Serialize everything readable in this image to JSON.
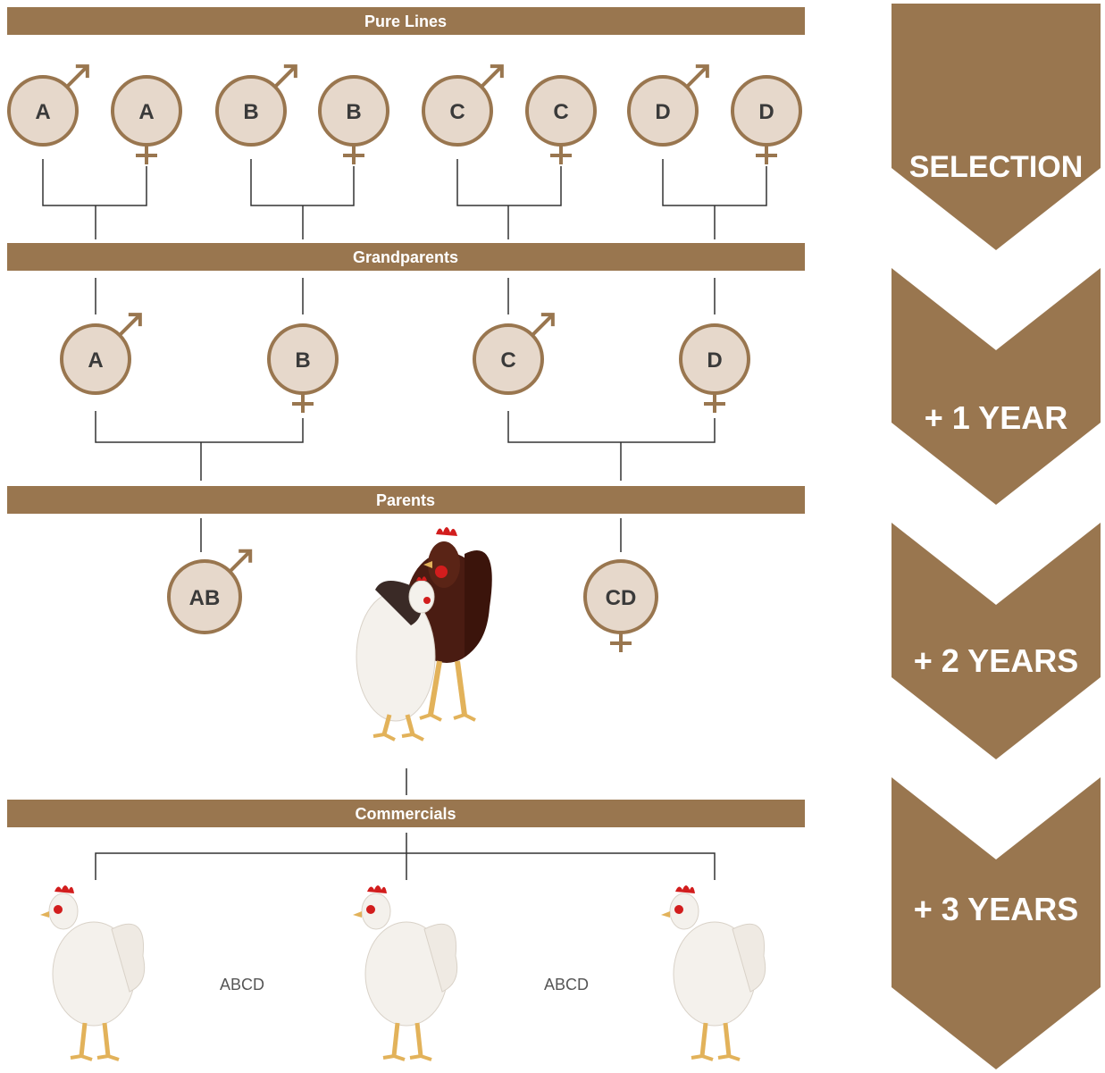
{
  "colors": {
    "brand": "#99764f",
    "node_fill": "#e6d8cb",
    "node_stroke": "#99764f",
    "line": "#333333",
    "white_hen": "#f4f1ec",
    "brown_rooster": "#4a1c12",
    "comb": "#d21d1d",
    "legs": "#e2b25a"
  },
  "bars": {
    "pure_lines": "Pure Lines",
    "grandparents": "Grandparents",
    "parents": "Parents",
    "commercials": "Commercials"
  },
  "pure_lines": [
    {
      "label": "A",
      "sex": "male"
    },
    {
      "label": "A",
      "sex": "female"
    },
    {
      "label": "B",
      "sex": "male"
    },
    {
      "label": "B",
      "sex": "female"
    },
    {
      "label": "C",
      "sex": "male"
    },
    {
      "label": "C",
      "sex": "female"
    },
    {
      "label": "D",
      "sex": "male"
    },
    {
      "label": "D",
      "sex": "female"
    }
  ],
  "grandparents": [
    {
      "label": "A",
      "sex": "male"
    },
    {
      "label": "B",
      "sex": "female"
    },
    {
      "label": "C",
      "sex": "male"
    },
    {
      "label": "D",
      "sex": "female"
    }
  ],
  "parents": [
    {
      "label": "AB",
      "sex": "male"
    },
    {
      "label": "CD",
      "sex": "female"
    }
  ],
  "commercials": {
    "labels": [
      "ABCD",
      "ABCD"
    ],
    "hens": 3
  },
  "timeline": [
    "SELECTION",
    "+ 1 YEAR",
    "+ 2 YEARS",
    "+ 3 YEARS"
  ],
  "icons": {
    "male": "male-symbol-icon",
    "female": "female-symbol-icon",
    "hen": "white-hen-illustration",
    "rooster": "brown-rooster-illustration"
  }
}
